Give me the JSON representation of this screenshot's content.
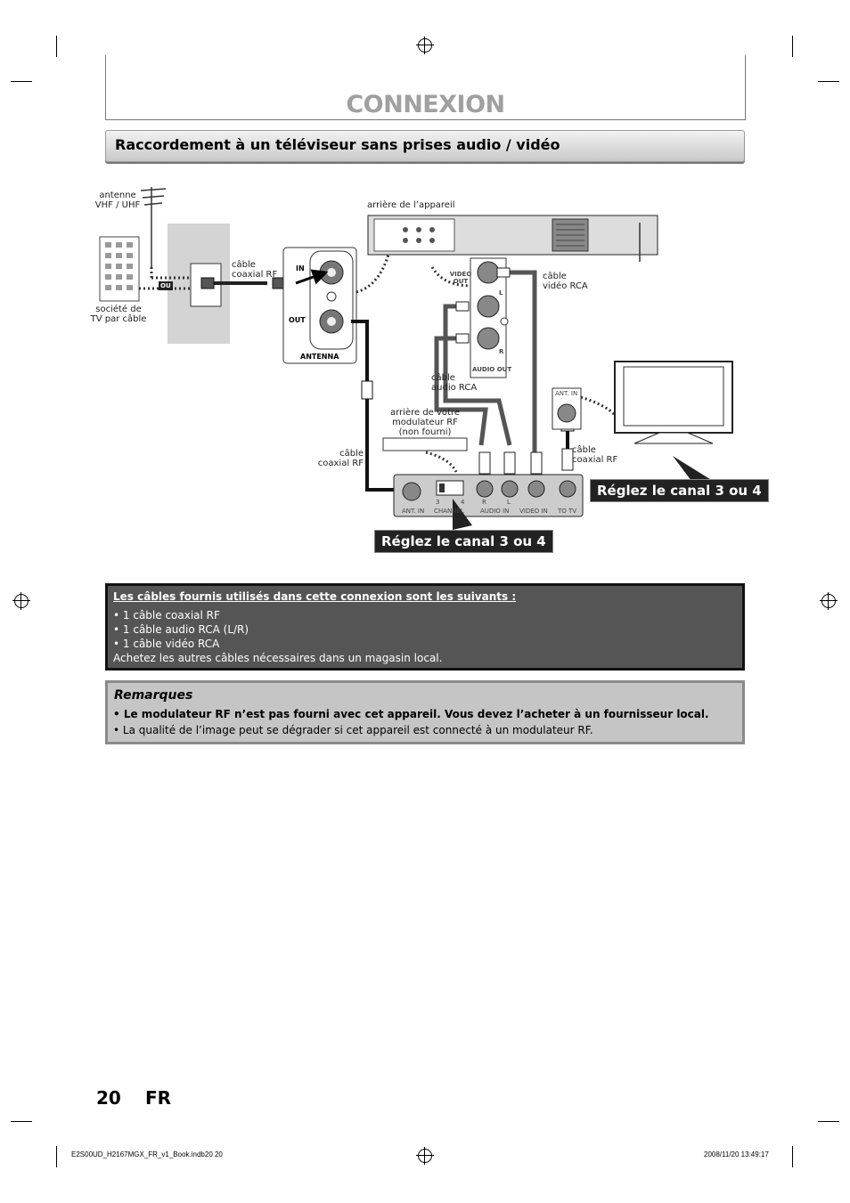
{
  "page": {
    "title": "CONNEXION",
    "section_title": "Raccordement à un téléviseur sans prises audio / vidéo",
    "page_number": "20",
    "language": "FR"
  },
  "diagram": {
    "antenna_label_line1": "antenne",
    "antenna_label_line2": "VHF / UHF",
    "cable_company_line1": "société de",
    "cable_company_line2": "TV par câble",
    "ou_badge": "OU",
    "coax_top_line1": "câble",
    "coax_top_line2": "coaxial RF",
    "antenna_panel_in": "IN",
    "antenna_panel_out": "OUT",
    "antenna_panel_label": "ANTENNA",
    "device_rear": "arrière de l’appareil",
    "video_out_line1": "VIDEO",
    "video_out_line2": "OUT",
    "audio_l": "L",
    "audio_r": "R",
    "audio_out": "AUDIO OUT",
    "rca_video_line1": "câble",
    "rca_video_line2": "vidéo RCA",
    "rca_audio_line1": "câble",
    "rca_audio_line2": "audio RCA",
    "modulator_rear_line1": "arrière de votre",
    "modulator_rear_line2": "modulateur RF",
    "modulator_rear_line3": "(non fourni)",
    "coax_left_line1": "câble",
    "coax_left_line2": "coaxial RF",
    "coax_right_line1": "câble",
    "coax_right_line2": "coaxial RF",
    "tv_ant_in": "ANT. IN",
    "mod_ch3": "3",
    "mod_ch4": "4",
    "mod_r": "R",
    "mod_l": "L",
    "mod_ant_in": "ANT. IN",
    "mod_channel": "CHANNEL",
    "mod_audio_in": "AUDIO IN",
    "mod_video_in": "VIDEO IN",
    "mod_to_tv": "TO TV",
    "channel_note_modulator": "Réglez le canal 3 ou 4",
    "channel_note_tv": "Réglez le canal 3 ou 4"
  },
  "cables_box": {
    "heading": "Les câbles fournis utilisés dans cette connexion sont les suivants :",
    "items": [
      "• 1 câble coaxial RF",
      "• 1 câble audio RCA (L/R)",
      "• 1 câble vidéo RCA"
    ],
    "note": "Achetez les autres câbles nécessaires dans un magasin local."
  },
  "remarks": {
    "title": "Remarques",
    "item1": "• Le modulateur RF n’est pas fourni avec cet appareil. Vous devez l’acheter à un fournisseur local.",
    "item2": "• La qualité de l’image peut se dégrader si cet appareil est connecté à un modulateur RF."
  },
  "footer": {
    "file": "E2S00UD_H2167MGX_FR_v1_Book.indb20   20",
    "timestamp": "2008/11/20   13:49:17"
  }
}
